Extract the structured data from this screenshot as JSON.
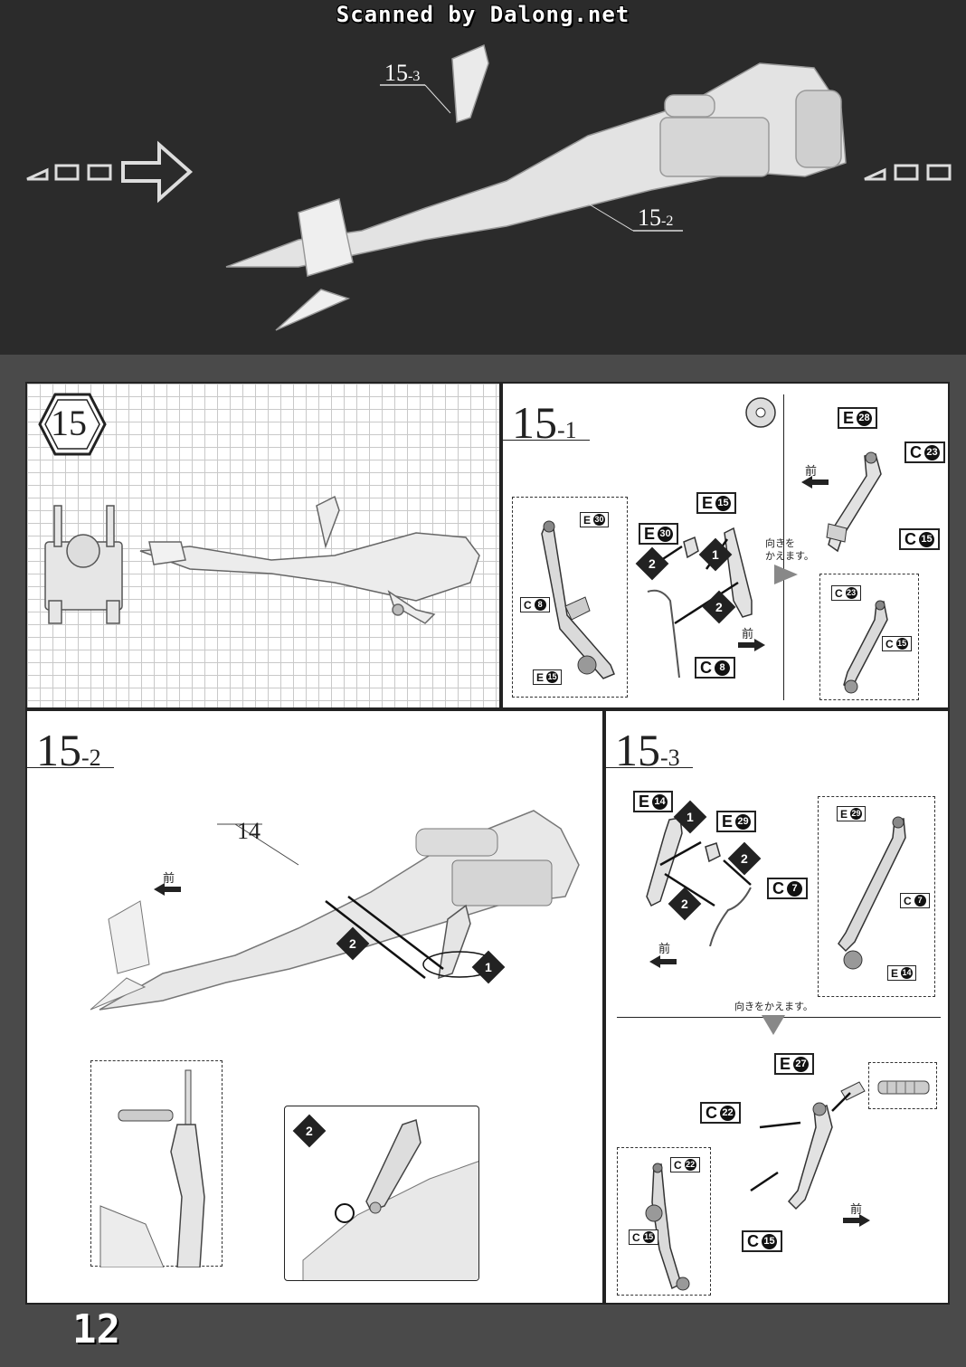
{
  "watermark": "Scanned by Dalong.net",
  "top_overview": {
    "callout_15_3": {
      "main": "15",
      "sub": "-3"
    },
    "callout_15_2": {
      "main": "15",
      "sub": "-2"
    }
  },
  "step15": {
    "number": "15"
  },
  "step15_1": {
    "title_main": "15",
    "title_sub": "-1",
    "labels": {
      "e30_box": {
        "letter": "E",
        "num": "30"
      },
      "c8_box": {
        "letter": "C",
        "num": "8"
      },
      "e15_box": {
        "letter": "E",
        "num": "15"
      },
      "e15_top": {
        "letter": "E",
        "num": "15"
      },
      "e30_mid": {
        "letter": "E",
        "num": "30"
      },
      "c8_mid": {
        "letter": "C",
        "num": "8"
      },
      "e28": {
        "letter": "E",
        "num": "28"
      },
      "c23": {
        "letter": "C",
        "num": "23"
      },
      "c15": {
        "letter": "C",
        "num": "15"
      },
      "c23_box": {
        "letter": "C",
        "num": "23"
      },
      "c15_box": {
        "letter": "C",
        "num": "15"
      }
    },
    "badge_1": "1",
    "badge_2a": "2",
    "badge_2b": "2",
    "front_a": "前",
    "front_b": "前",
    "turn_note": "向きを\nかえます。"
  },
  "step15_2": {
    "title_main": "15",
    "title_sub": "-2",
    "callout_14": "14",
    "front": "前",
    "badge_1": "1",
    "badge_2": "2",
    "inset_badge": "2"
  },
  "step15_3": {
    "title_main": "15",
    "title_sub": "-3",
    "labels": {
      "e14": {
        "letter": "E",
        "num": "14"
      },
      "e29": {
        "letter": "E",
        "num": "29"
      },
      "c7": {
        "letter": "C",
        "num": "7"
      },
      "e29_box": {
        "letter": "E",
        "num": "29"
      },
      "c7_box": {
        "letter": "C",
        "num": "7"
      },
      "e14_box": {
        "letter": "E",
        "num": "14"
      },
      "e27": {
        "letter": "E",
        "num": "27"
      },
      "c22": {
        "letter": "C",
        "num": "22"
      },
      "c22_box": {
        "letter": "C",
        "num": "22"
      },
      "c15_box": {
        "letter": "C",
        "num": "15"
      },
      "c15": {
        "letter": "C",
        "num": "15"
      }
    },
    "badge_1": "1",
    "badge_2a": "2",
    "badge_2b": "2",
    "front_a": "前",
    "front_b": "前",
    "turn_note": "向きをかえます。"
  },
  "page_number": "12"
}
